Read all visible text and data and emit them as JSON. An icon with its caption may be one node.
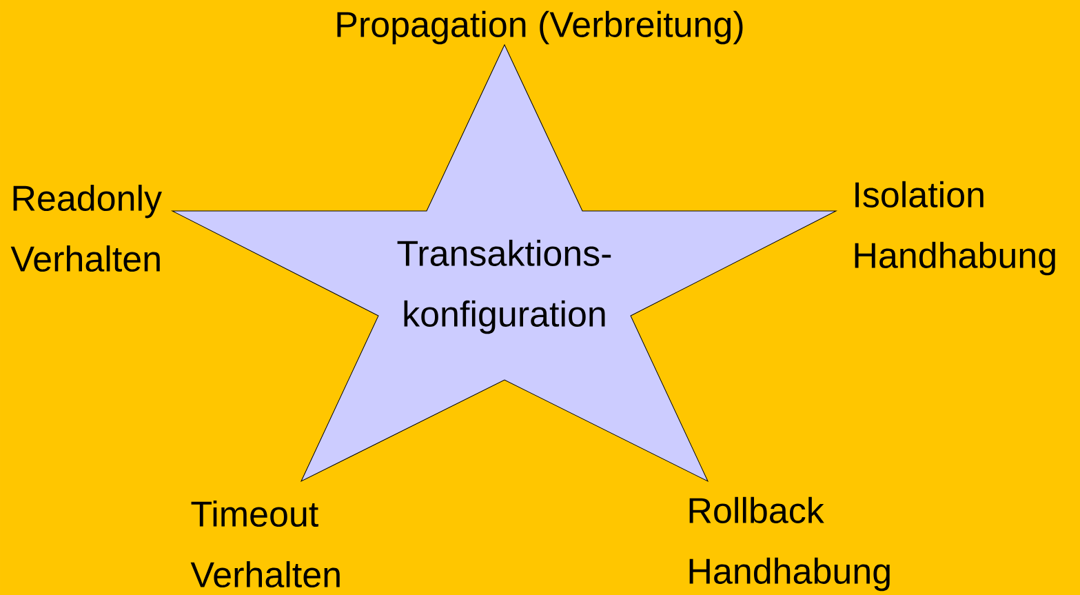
{
  "diagram": {
    "nodes": [
      {
        "text": [
          "Transaktions- konfiguration"
        ]
      }
    ],
    "labels": [
      "Propagation (Verbreitung)",
      "Readonly Verhalten",
      "Isolation Handhabung",
      "Timeout Verhalten",
      "Rollback Handhabung"
    ]
  }
}
